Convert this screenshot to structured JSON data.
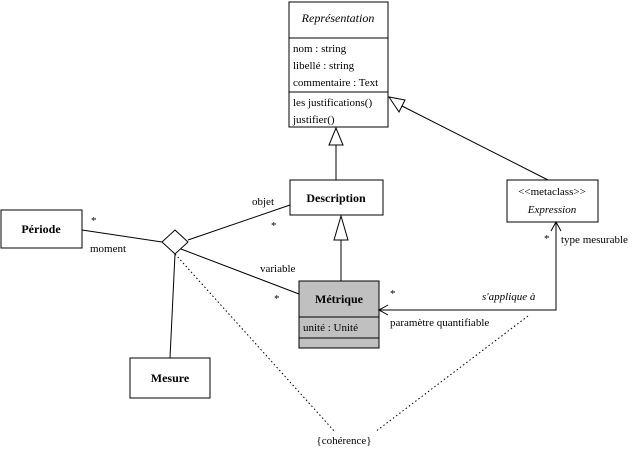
{
  "classes": {
    "representation": {
      "name": "Représentation",
      "attributes": [
        "nom : string",
        "libellé : string",
        "commentaire : Text"
      ],
      "operations": [
        "les justifications()",
        "justifier()"
      ]
    },
    "description": {
      "name": "Description"
    },
    "expression": {
      "stereotype": "<<metaclass>>",
      "name": "Expression"
    },
    "periode": {
      "name": "Période"
    },
    "metrique": {
      "name": "Métrique",
      "attributes": [
        "unité : Unité"
      ],
      "fill": "#c0c0c0"
    },
    "mesure": {
      "name": "Mesure"
    }
  },
  "labels": {
    "objet": "objet",
    "objet_mult": "*",
    "periode_mult": "*",
    "moment": "moment",
    "variable": "variable",
    "variable_mult": "*",
    "metrique_mult": "*",
    "expression_mult": "*",
    "type_mesurable": "type mesurable",
    "s_applique": "s'applique à",
    "parametre": "paramètre quantifiable",
    "coherence": "{cohérence}"
  }
}
